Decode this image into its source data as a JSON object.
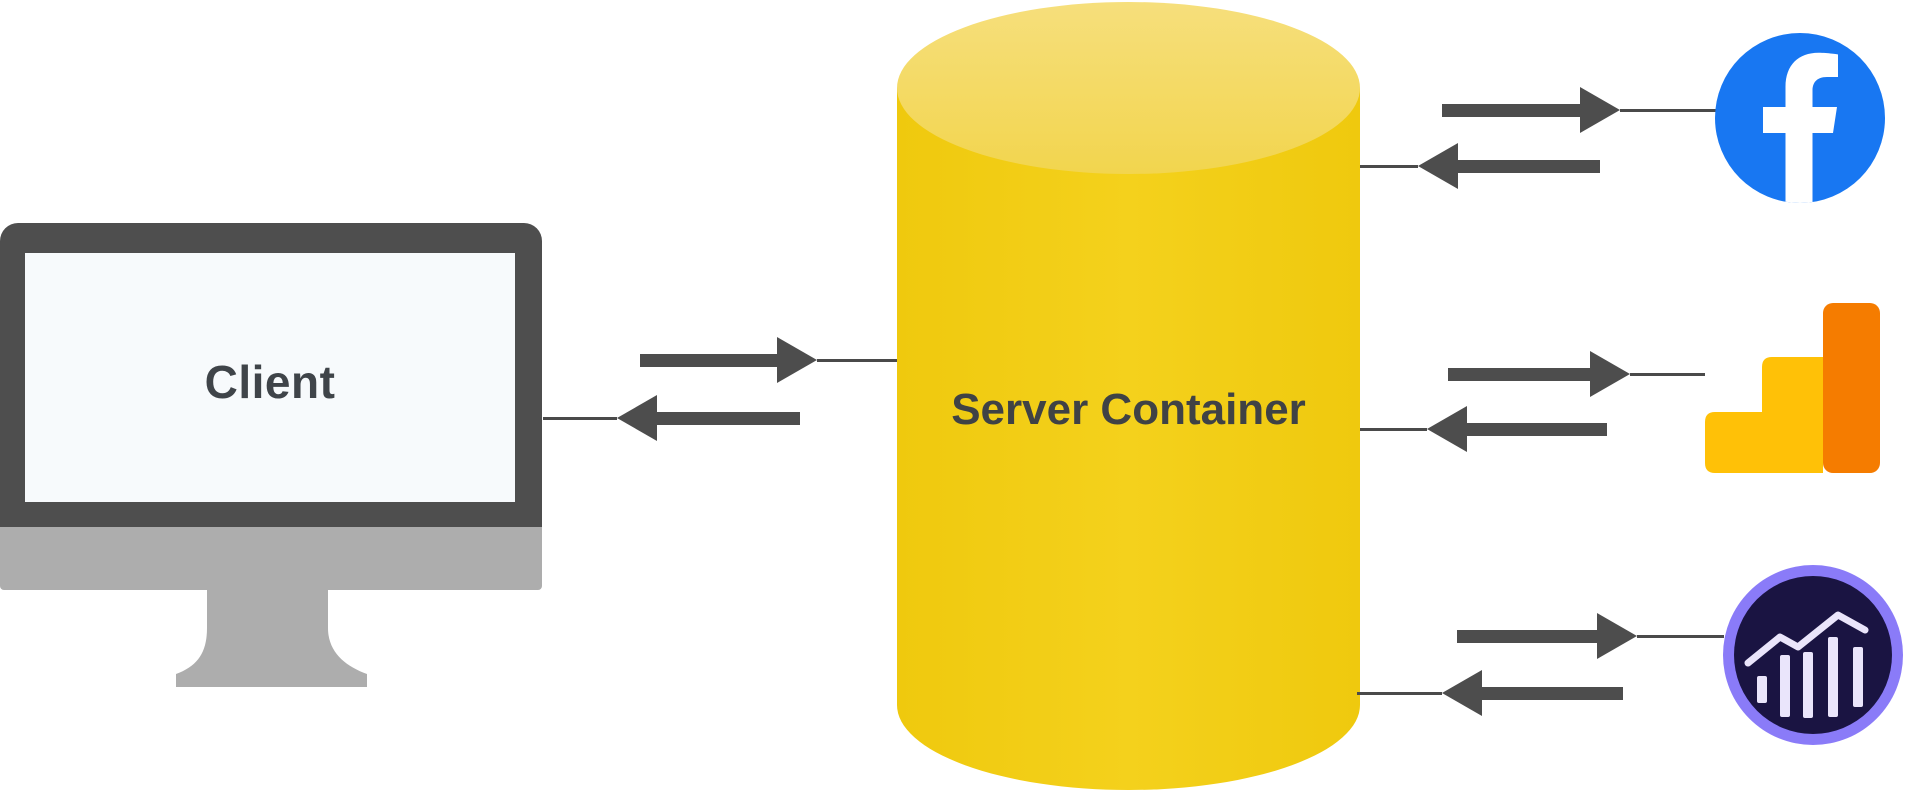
{
  "client": {
    "label": "Client"
  },
  "server": {
    "label": "Server Container"
  },
  "destinations": [
    {
      "id": "facebook",
      "name": "Facebook"
    },
    {
      "id": "google-analytics",
      "name": "Google Analytics"
    },
    {
      "id": "adobe-analytics",
      "name": "Adobe Analytics"
    }
  ],
  "connections": [
    {
      "from": "client",
      "to": "server",
      "bidirectional": true
    },
    {
      "from": "server",
      "to": "facebook",
      "bidirectional": true
    },
    {
      "from": "server",
      "to": "google-analytics",
      "bidirectional": true
    },
    {
      "from": "server",
      "to": "adobe-analytics",
      "bidirectional": true
    }
  ],
  "colors": {
    "arrow": "#4D4D4D",
    "monitor_bezel": "#4E4E4E",
    "monitor_stand": "#ADADAD",
    "monitor_screen": "#F7FAFC",
    "label_text": "#3F4347",
    "cylinder_body": "#F2CE13",
    "cylinder_top": "#F4DA65",
    "facebook_blue": "#1877F2",
    "ga_amber": "#FFC107",
    "ga_orange": "#F57C00",
    "adobe_ring": "#8A7BF8",
    "adobe_inner": "#1A1442",
    "adobe_chart": "#EAE5FB"
  }
}
